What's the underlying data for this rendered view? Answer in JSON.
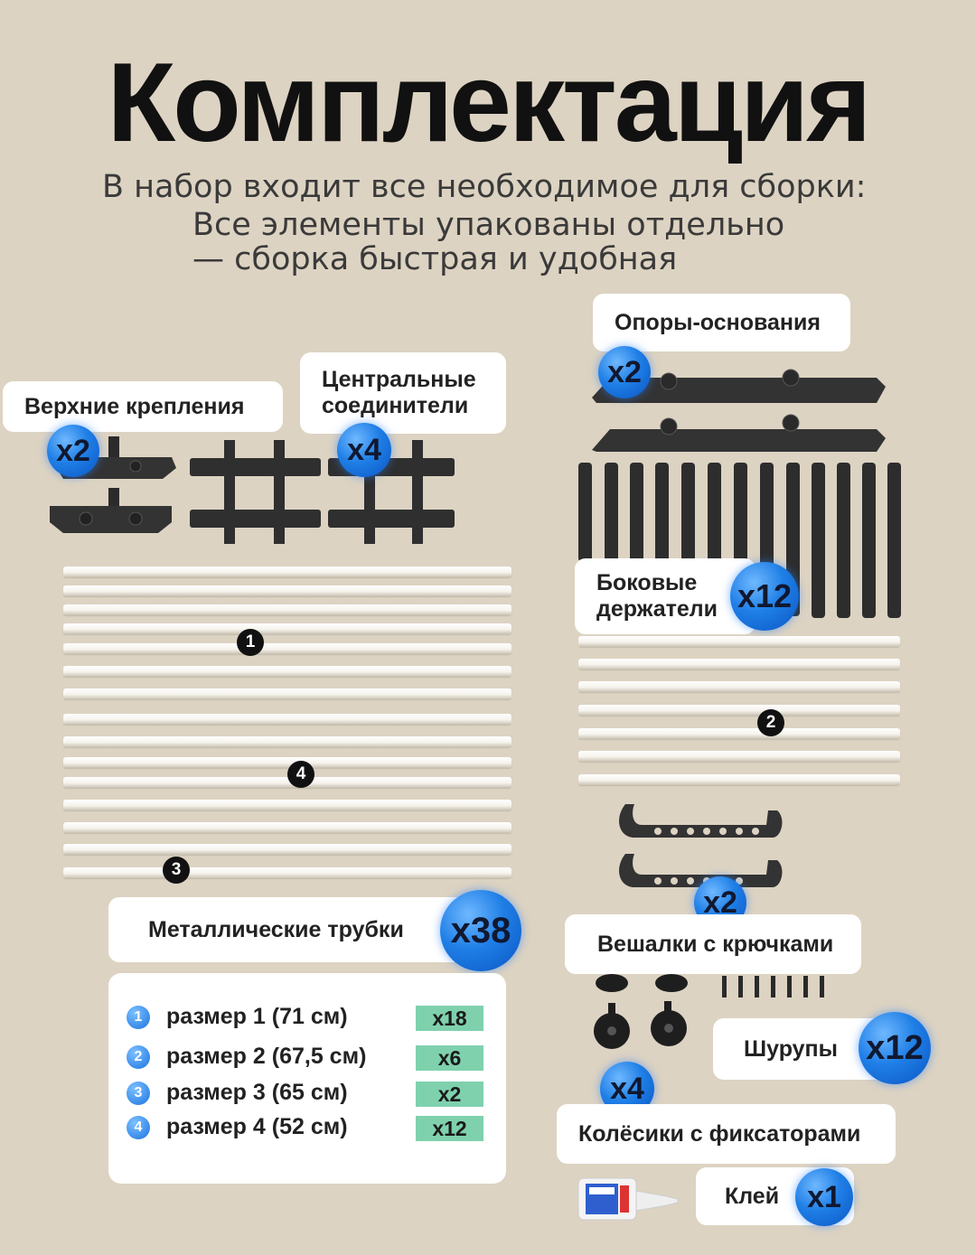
{
  "title": "Комплектация",
  "subtitle": {
    "line1": "В набор входит все необходимое для сборки:",
    "line2": "Все элементы упакованы отдельно",
    "line3": "— сборка быстрая и удобная"
  },
  "parts": {
    "top_mounts": {
      "label": "Верхние крепления",
      "qty": "x2"
    },
    "central_connectors": {
      "label": "Центральные соединители",
      "qty": "x4"
    },
    "base_supports": {
      "label": "Опоры-основания",
      "qty": "x2"
    },
    "side_holders": {
      "label": "Боковые держатели",
      "qty": "x12"
    },
    "metal_tubes": {
      "label": "Металлические трубки",
      "qty": "x38"
    },
    "hook_hangers": {
      "label": "Вешалки с крючками",
      "qty": "x2"
    },
    "screws": {
      "label": "Шурупы",
      "qty": "x12"
    },
    "wheels": {
      "label": "Колёсики с фиксаторами",
      "qty": "x4"
    },
    "glue": {
      "label": "Клей",
      "qty": "x1"
    }
  },
  "tube_markers": [
    "1",
    "2",
    "3",
    "4"
  ],
  "sizes": [
    {
      "num": "1",
      "label": "размер 1 (71 см)",
      "qty": "x18"
    },
    {
      "num": "2",
      "label": "размер 2 (67,5 см)",
      "qty": "x6"
    },
    {
      "num": "3",
      "label": "размер 3 (65 см)",
      "qty": "x2"
    },
    {
      "num": "4",
      "label": "размер 4 (52 см)",
      "qty": "x12"
    }
  ],
  "colors": {
    "background": "#ddd3c2",
    "badge": "#1f7fe6",
    "qty_box": "#7fd1ad"
  }
}
